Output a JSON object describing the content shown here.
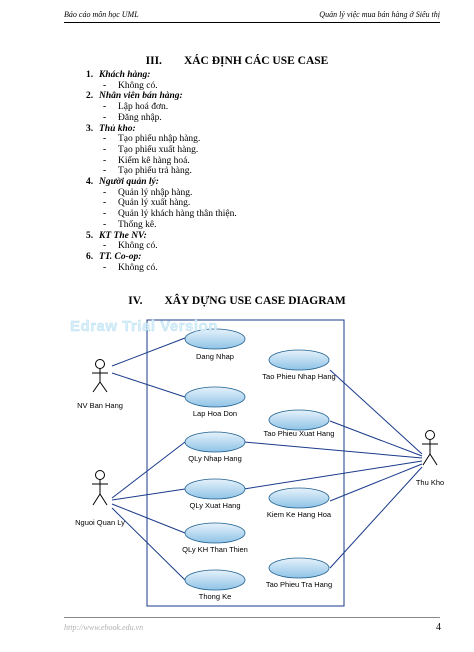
{
  "header": {
    "left": "Báo cáo môn học UML",
    "right": "Quản lý việc mua bán hàng ở Siêu thị"
  },
  "section3": {
    "number": "III.",
    "title": "XÁC ĐỊNH CÁC USE CASE"
  },
  "actors": [
    {
      "index": "1.",
      "name": "Khách hàng:",
      "use_cases": [
        "Không có."
      ]
    },
    {
      "index": "2.",
      "name": "Nhân viên bán hàng:",
      "use_cases": [
        "Lập hoá đơn.",
        "Đăng nhập."
      ]
    },
    {
      "index": "3.",
      "name": "Thủ kho:",
      "use_cases": [
        "Tạo phiếu nhập hàng.",
        "Tạo phiếu xuất hàng.",
        "Kiểm kê hàng hoá.",
        "Tạo phiếu trả hàng."
      ]
    },
    {
      "index": "4.",
      "name": "Người quản lý:",
      "use_cases": [
        "Quản lý nhập hàng.",
        "Quản lý xuất hàng.",
        "Quản lý khách hàng thân thiện.",
        "Thống kê."
      ]
    },
    {
      "index": "5.",
      "name": "KT The NV:",
      "use_cases": [
        "Không có."
      ]
    },
    {
      "index": "6.",
      "name": "TT. Co-op:",
      "use_cases": [
        "Không có."
      ]
    }
  ],
  "section4": {
    "number": "IV.",
    "title": "XÂY DỰNG USE CASE DIAGRAM"
  },
  "diagram": {
    "watermark": "Edraw Trial Version",
    "actors": {
      "nv_ban_hang": "NV Ban Hang",
      "nguoi_quan_ly": "Nguoi Quan Ly",
      "thu_kho": "Thu Kho"
    },
    "use_cases": {
      "dang_nhap": "Dang Nhap",
      "lap_hoa_don": "Lap Hoa Don",
      "ql_nhap_hang": "QLy Nhap Hang",
      "ql_xuat_hang": "QLy Xuat Hang",
      "ql_kh_than_thien": "QLy KH Than Thien",
      "thong_ke": "Thong Ke",
      "tao_phieu_nhap_hang": "Tao Phieu Nhap Hang",
      "tao_phieu_xuat_hang": "Tao Phieu Xuat Hang",
      "kiem_ke_hang_hoa": "Kiem Ke Hang Hoa",
      "tao_phieu_tra_hang": "Tao Phieu Tra Hang"
    },
    "colors": {
      "ellipse_fill_top": "#e6f2fb",
      "ellipse_fill_bottom": "#8fc3e6",
      "ellipse_stroke": "#1f5f8f",
      "line": "#1a3a8a"
    }
  },
  "footer": {
    "url": "http://www.ebook.edu.vn",
    "page": "4"
  }
}
